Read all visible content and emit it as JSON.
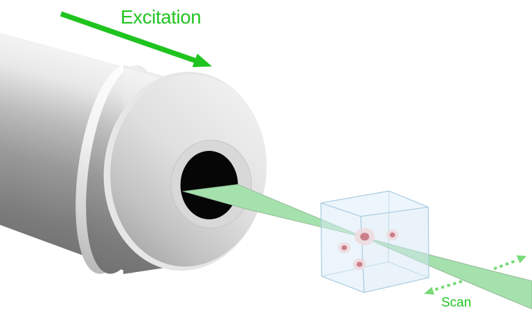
{
  "labels": {
    "excitation": "Excitation",
    "scan": "Scan"
  },
  "colors": {
    "accent_green": "#1fc41f",
    "scan_green": "#79da79",
    "beam_green": "#a5e1ac",
    "beam_edge": "#86a98a",
    "cube_top": "#eaf4fb",
    "cube_left": "#d9ecf7",
    "cube_right": "#d4e8f4",
    "cube_edge": "#a6cadf",
    "blob_core": "#cb7f8b",
    "blob_halo": "#eedade"
  },
  "scene": {
    "description": "Microscope objective emitting a focused excitation beam into a translucent sample cube with fluorescent beads; dashed arrows indicate scan direction",
    "bead_count": 4,
    "excitation_arrow_direction": "down-right",
    "scan_arrow_directions": [
      "down-left",
      "up-right"
    ]
  }
}
